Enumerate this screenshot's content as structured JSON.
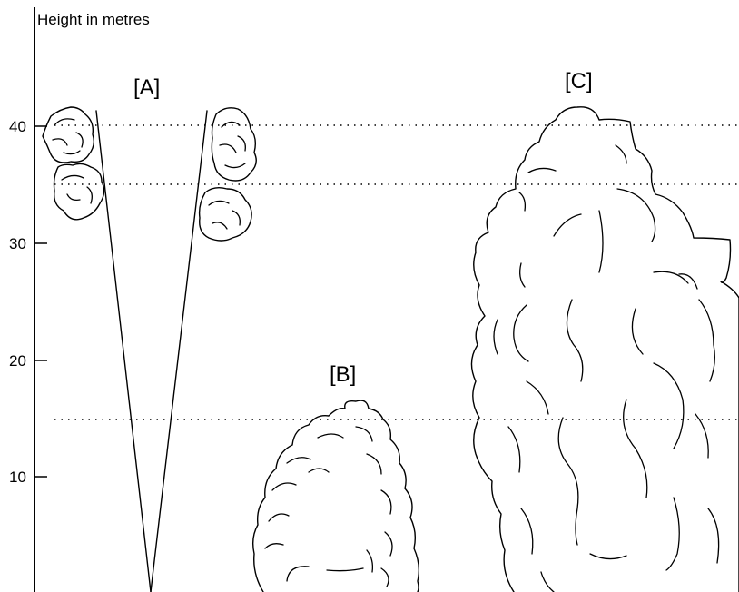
{
  "axis": {
    "title": "Height in metres",
    "ticks": [
      "10",
      "20",
      "30",
      "40"
    ]
  },
  "trees": {
    "a": "[A]",
    "b": "[B]",
    "c": "[C]"
  },
  "reference_heights_m": [
    40,
    35,
    15
  ]
}
